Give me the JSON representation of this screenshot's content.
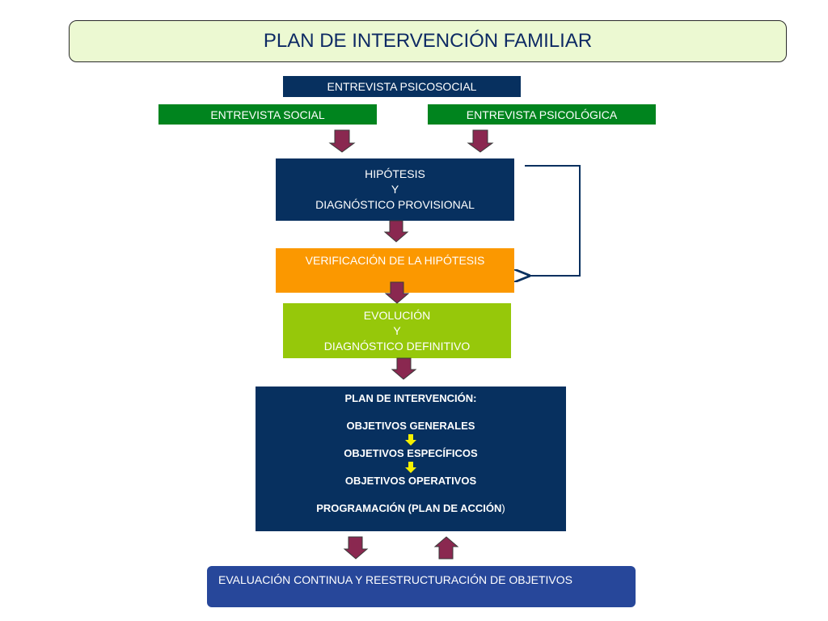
{
  "title": "PLAN DE INTERVENCIÓN FAMILIAR",
  "entrevista_psicosocial": "ENTREVISTA PSICOSOCIAL",
  "entrevista_social": "ENTREVISTA SOCIAL",
  "entrevista_psicologica": "ENTREVISTA PSICOLÓGICA",
  "hipotesis": {
    "line1": "HIPÓTESIS",
    "line2": "Y",
    "line3": "DIAGNÓSTICO PROVISIONAL"
  },
  "verificacion": "VERIFICACIÓN DE LA HIPÓTESIS",
  "evolucion": {
    "line1": "EVOLUCIÓN",
    "line2": "Y",
    "line3": "DIAGNÓSTICO DEFINITIVO"
  },
  "plan": {
    "heading": "PLAN DE INTERVENCIÓN:",
    "generales": "OBJETIVOS GENERALES",
    "especificos": "OBJETIVOS ESPECÍFICOS",
    "operativos": "OBJETIVOS OPERATIVOS",
    "programacion": "PROGRAMACIÓN (PLAN DE ACCIÓN",
    "programacion_paren": ")"
  },
  "evaluacion": "EVALUACIÓN CONTINUA Y REESTRUCTURACIÓN DE OBJETIVOS",
  "colors": {
    "navy": "#07305f",
    "green": "#00841e",
    "orange": "#fb9800",
    "lime": "#96c80a",
    "arrow_fill": "#8a2850",
    "small_arrow": "#f4f000",
    "eval_blue": "#27479a",
    "title_bg": "#ecf9d2"
  }
}
